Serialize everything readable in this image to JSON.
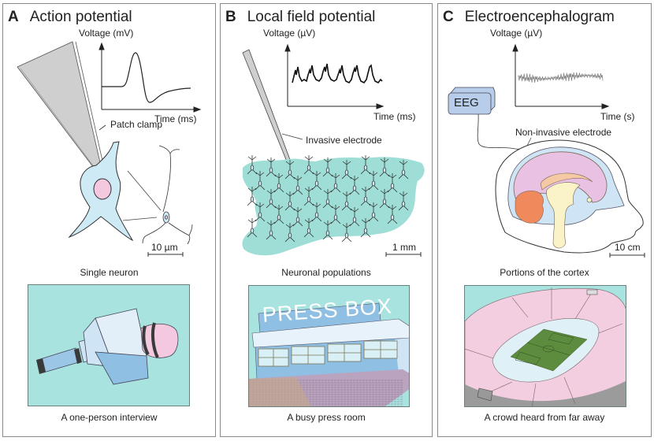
{
  "panels": [
    {
      "letter": "A",
      "title": "Action potential",
      "y_axis_label": "Voltage (mV)",
      "x_axis_label": "Time (ms)",
      "instrument_label": "Patch clamp",
      "scale_bar": "10 µm",
      "subject_caption": "Single neuron",
      "analogy_caption": "A one-person interview"
    },
    {
      "letter": "B",
      "title": "Local field potential",
      "y_axis_label": "Voltage (µV)",
      "x_axis_label": "Time (ms)",
      "instrument_label": "Invasive electrode",
      "scale_bar": "1 mm",
      "subject_caption": "Neuronal populations",
      "analogy_caption": "A busy press room",
      "sign_text": "PRESS BOX"
    },
    {
      "letter": "C",
      "title": "Electroencephalogram",
      "y_axis_label": "Voltage (µV)",
      "x_axis_label": "Time (s)",
      "instrument_label": "Non-invasive electrode",
      "device_label": "EEG",
      "scale_bar": "10 cm",
      "subject_caption": "Portions of the cortex",
      "analogy_caption": "A crowd heard from far away"
    }
  ],
  "colors": {
    "cell_fill": "#cdeaf5",
    "nucleus_fill": "#f4c9e0",
    "tissue_fill": "#9fded6",
    "scene_bg": "#a8e3e0",
    "brain_cortex": "#e9c2e3",
    "brain_cerebellum": "#f08a5d",
    "brain_stem": "#faf3c8",
    "corpus_callosum": "#f6c9a5",
    "stadium_seats": "#f3cde0",
    "pitch_green": "#5e8c3f",
    "eeg_box": "#b7cde9",
    "electrode_gray": "#cfcfcf"
  }
}
